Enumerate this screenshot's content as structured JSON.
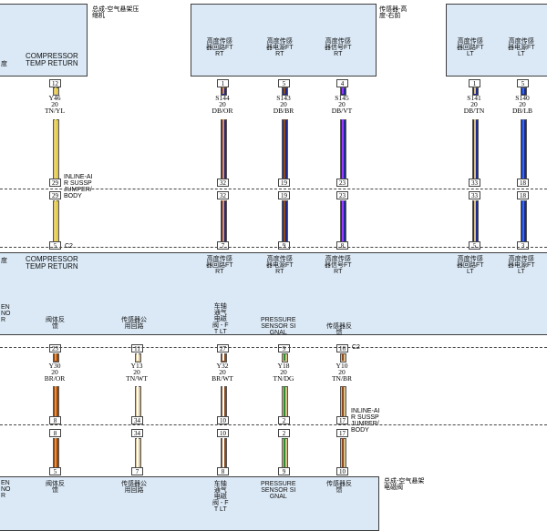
{
  "notes": {
    "top_left": "总成-空气悬架压\n缩机",
    "top_mid": "传感器-高\n度-右前",
    "right_mid": "INLINE-AI\nR SUSSP\nJUMPER/\nBODY",
    "right_low": "INLINE-AI\nR SUSSP\nJUMPER/\nBODY",
    "bottom_right": "总成-空气悬架\n电磁阀",
    "c2_top": "C2",
    "c2_mid": "C2"
  },
  "top_boxes": {
    "compressor": {
      "left_fragment": "度",
      "label": "COMPRESSOR\nTEMP RETURN"
    },
    "rf": {
      "l1": "高度传感\n器回路FT\nRT",
      "l2": "高度传感\n器电源FT\nRT",
      "l3": "高度传感\n器信号FT\nRT"
    },
    "lf": {
      "l1": "高度传感\n器回路FT\nLT",
      "l2": "高度传感\n器电源FT\nLT"
    }
  },
  "top_wires": [
    {
      "pin_top": "12",
      "code": "Y46\n20\nTN/YL",
      "pin_a": "29",
      "pin_b": "29",
      "pin_bot": "5"
    },
    {
      "pin_top": "1",
      "code": "S144\n20\nDB/OR",
      "pin_a": "32",
      "pin_b": "32",
      "pin_bot": "7"
    },
    {
      "pin_top": "5",
      "code": "S143\n20\nDB/BR",
      "pin_a": "19",
      "pin_b": "19",
      "pin_bot": "9"
    },
    {
      "pin_top": "4",
      "code": "S145\n20\nDB/VT",
      "pin_a": "23",
      "pin_b": "23",
      "pin_bot": "8"
    },
    {
      "pin_top": "1",
      "code": "S141\n20\nDB/TN",
      "pin_a": "33",
      "pin_b": "33",
      "pin_bot": "5"
    },
    {
      "pin_top": "5",
      "code": "S140\n20\nDB/LB",
      "pin_a": "18",
      "pin_b": "18",
      "pin_bot": "3"
    }
  ],
  "mid_box": {
    "left_fragment": "度",
    "compressor": "COMPRESSOR\nTEMP RETURN",
    "rf1": "高度传感\n器回路FT\nRT",
    "rf2": "高度传感\n器电源FT\nRT",
    "rf3": "高度传感\n器信号FT\nRT",
    "lf1": "高度传感\n器回路FT\nLT",
    "lf2": "高度传感\n器电源FT\nLT",
    "left_lines": "EN\nNO\nR",
    "valve": "阀体反\n馈",
    "sensor_common": "传感器公\n用回路",
    "axle": "车轴\n通气\n电磁\n阀 - F\nT LT",
    "pressure": "PRESSURE\nSENSOR SI\nGNAL",
    "sensor_fb": "传感器反\n馈"
  },
  "bottom_wires": [
    {
      "pin_top": "23",
      "code": "Y30\n20\nBR/OR",
      "pin_a": "8",
      "pin_b": "8",
      "pin_bot": "5"
    },
    {
      "pin_top": "11",
      "code": "Y13\n20\nTN/WT",
      "pin_a": "34",
      "pin_b": "34",
      "pin_bot": "7"
    },
    {
      "pin_top": "27",
      "code": "Y32\n20\nBR/WT",
      "pin_a": "10",
      "pin_b": "10",
      "pin_bot": "8"
    },
    {
      "pin_top": "9",
      "code": "Y18\n20\nTN/DG",
      "pin_a": "2",
      "pin_b": "2",
      "pin_bot": "9"
    },
    {
      "pin_top": "16",
      "code": "Y10\n20\nTN/BR",
      "pin_a": "17",
      "pin_b": "17",
      "pin_bot": "10"
    }
  ],
  "bottom_box": {
    "left_lines": "EN\nNO\nR",
    "valve": "阀体反\n馈",
    "sensor_common": "传感器公\n用回路",
    "axle": "车轴\n通气\n电磁\n阀 - F\nT LT",
    "pressure": "PRESSURE\nSENSOR SI\nGNAL",
    "sensor_fb": "传感器反\n馈"
  },
  "colors": {
    "TN": "#d9bf8c",
    "YL": "#f2e020",
    "DB": "#1b2a8c",
    "OR": "#ff8a1f",
    "BR": "#8b4a1e",
    "VT": "#9a3cff",
    "LB": "#2f6bff",
    "WT": "#ffffff",
    "DG": "#2e8b2e",
    "box": "#dbe9f6"
  }
}
